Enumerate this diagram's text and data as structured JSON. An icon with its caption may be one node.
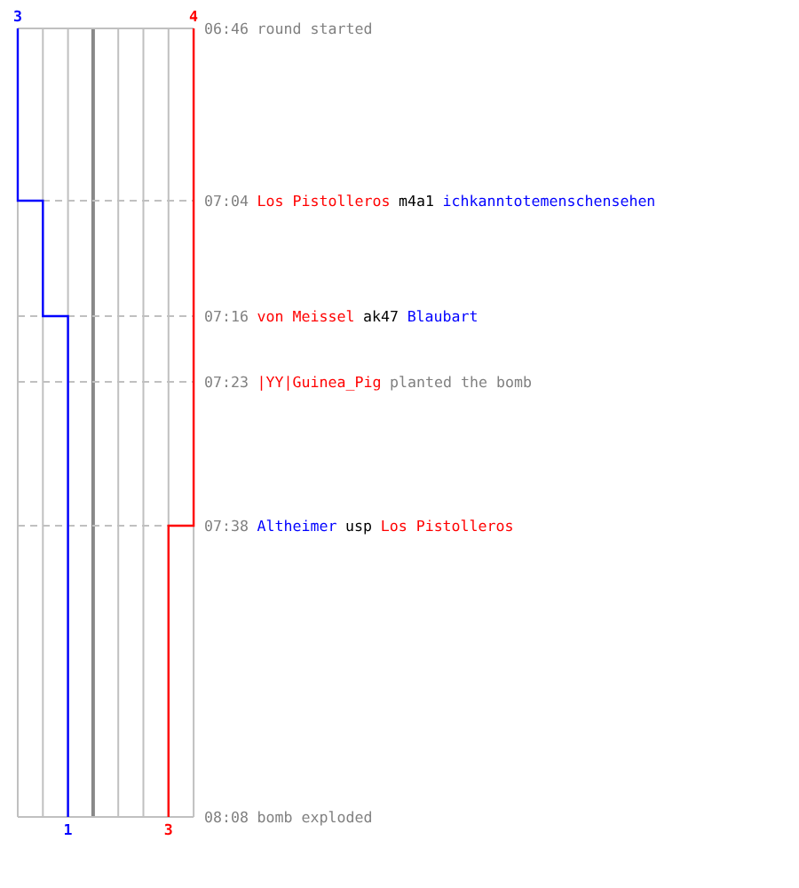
{
  "diagram": {
    "labels": [
      "3",
      "4",
      "06:46",
      "round started",
      "07:04",
      "Los Pistolleros",
      "m4a1",
      "ichkanntotemenschensehen",
      "07:16",
      "von Meissel",
      "ak47",
      "Blaubart",
      "07:23",
      "|YY|Guinea_Pig",
      "planted the bomb",
      "07:38",
      "Altheimer",
      "usp",
      "Los Pistolleros",
      "08:08",
      "bomb exploded",
      "1",
      "3"
    ]
  }
}
